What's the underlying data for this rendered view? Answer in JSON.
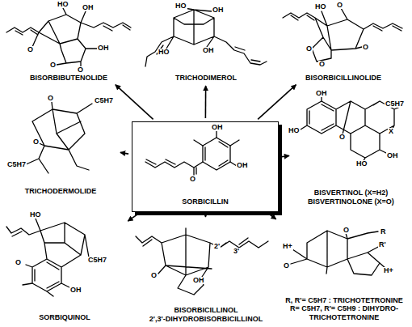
{
  "diagram": {
    "nodes": [
      {
        "text": [
          "BISORBIBUTENOLIDE"
        ]
      },
      {
        "text": [
          "TRICHODIMEROL"
        ]
      },
      {
        "text": [
          "BISORBICILLINOLIDE"
        ]
      },
      {
        "text": [
          "TRICHODERMOLIDE"
        ]
      },
      {
        "text": [
          "SORBICILLIN"
        ]
      },
      {
        "text": [
          "BISVERTINOL (X=H2)",
          "BISVERTINOLONE (X=O)"
        ]
      },
      {
        "text": [
          "SORBIQUINOL"
        ]
      },
      {
        "text": [
          "BISORBICILLINOL",
          "2',3'-DIHYDROBISORBICILLINOL"
        ]
      },
      {
        "text": [
          "R, R'= C5H7 : TRICHOTETRONINE",
          "R= C5H7, R'= C5H9 : DIHYDRO-TRICHOTETRONINE"
        ]
      }
    ],
    "edges": [
      {
        "from": 4,
        "to": 0,
        "arrow": "to"
      },
      {
        "from": 4,
        "to": 1,
        "arrow": "to"
      },
      {
        "from": 4,
        "to": 2,
        "arrow": "to"
      },
      {
        "from": 4,
        "to": 3,
        "arrow": "to"
      },
      {
        "from": 4,
        "to": 5,
        "arrow": "to"
      },
      {
        "from": 4,
        "to": 6,
        "arrow": "to"
      },
      {
        "from": 4,
        "to": 7,
        "arrow": "to"
      },
      {
        "from": 4,
        "to": 8,
        "arrow": "to"
      }
    ],
    "labels": [
      "OH",
      "OH",
      "O",
      "HO",
      "OH",
      "O",
      "O",
      "OH",
      "O",
      "HO",
      "OH",
      "HO",
      "OH",
      "HO",
      "O",
      "O",
      "O",
      "O",
      "O",
      "O",
      "C5H7",
      "C5H7",
      "OH",
      "C5H7",
      "HO",
      "O",
      "HO",
      "OH",
      "X",
      "HO",
      "O",
      "C5H7",
      "OH",
      "O",
      "OH",
      "2'",
      "3'",
      "H+",
      "O",
      "O",
      "R",
      "R'",
      "H+"
    ]
  }
}
